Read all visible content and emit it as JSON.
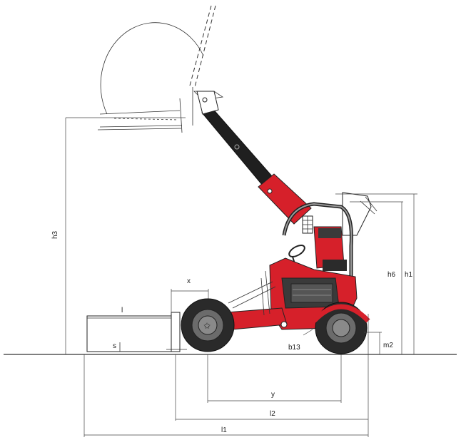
{
  "colors": {
    "machine_red": "#d6202a",
    "boom_dark": "#1f1f1f",
    "tyre": "#2a2a2a",
    "rim": "#6b6b6b",
    "outline": "#222222",
    "background": "#ffffff"
  },
  "labels": {
    "h3": "h3",
    "x": "x",
    "l": "l",
    "s": "s",
    "h6": "h6",
    "h1": "h1",
    "m2": "m2",
    "b13": "b13",
    "y": "y",
    "l2": "l2",
    "l1": "l1"
  },
  "icons": [
    "telehandler-side-view",
    "wheel-icon",
    "cab-icon",
    "fork-icon"
  ]
}
